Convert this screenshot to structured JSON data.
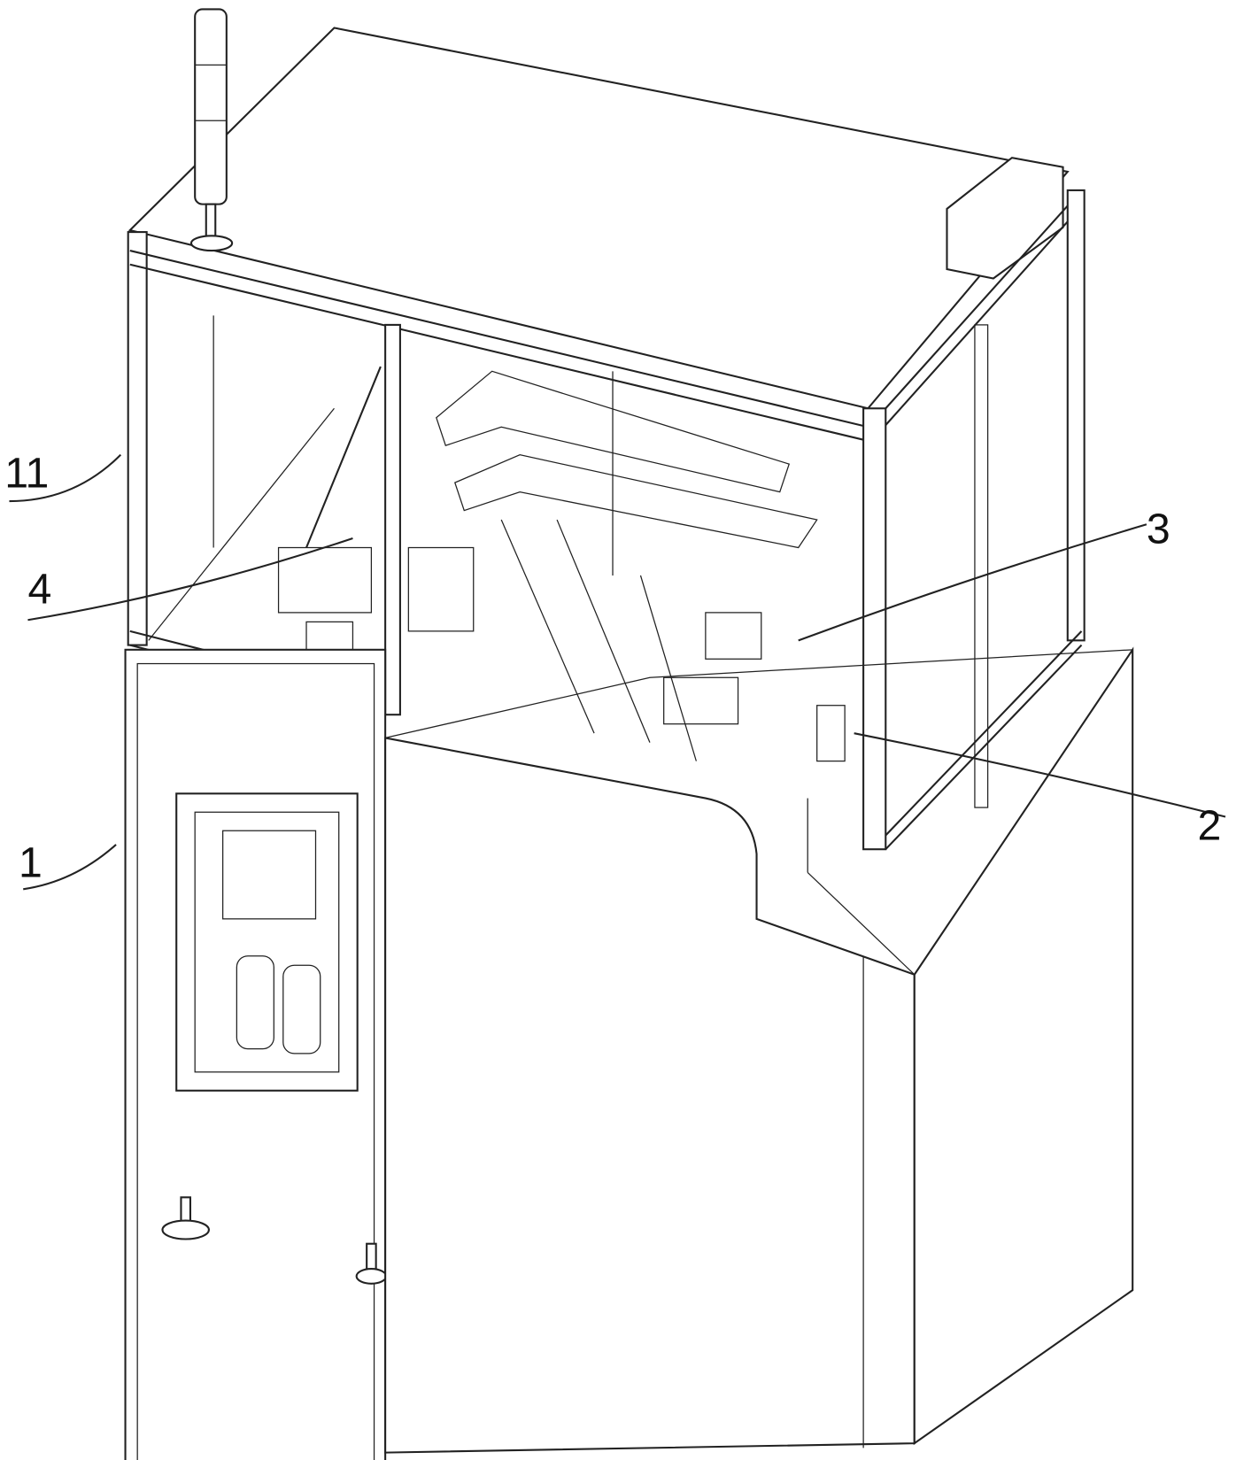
{
  "figure": {
    "labels": {
      "frame_top": "11",
      "part_4": "4",
      "part_3": "3",
      "part_2": "2",
      "cabinet": "1"
    }
  }
}
